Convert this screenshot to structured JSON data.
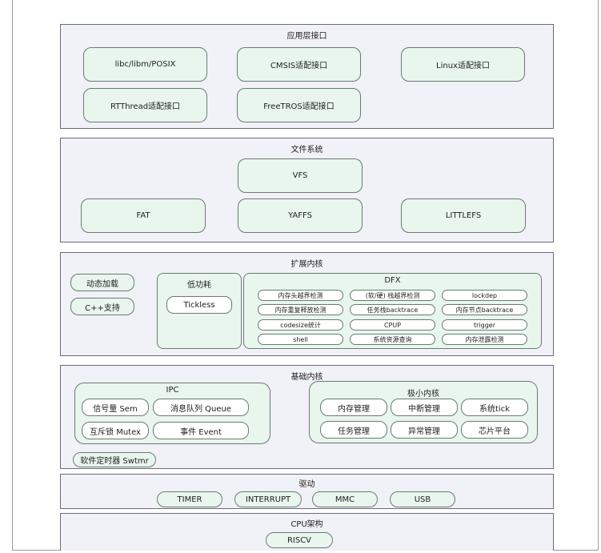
{
  "app": {
    "title": "应用层接口",
    "items": [
      "libc/libm/POSIX",
      "CMSIS适配接口",
      "Linux适配接口",
      "RTThread适配接口",
      "FreeTROS适配接口"
    ]
  },
  "fs": {
    "title": "文件系统",
    "vfs": "VFS",
    "items": [
      "FAT",
      "YAFFS",
      "LITTLEFS"
    ]
  },
  "ext": {
    "title": "扩展内核",
    "dyn_load": "动态加载",
    "cpp": "C++支持",
    "lowpower": {
      "title": "低功耗",
      "item": "Tickless"
    },
    "dfx": {
      "title": "DFX",
      "items": [
        "内存头越界检测",
        "(软/硬) 栈越界检测",
        "lockdep",
        "内存重复释放检测",
        "任务栈backtrace",
        "内存节点backtrace",
        "codesize统计",
        "CPUP",
        "trigger",
        "shell",
        "系统资源查询",
        "内存泄露检测"
      ]
    }
  },
  "kernel": {
    "title": "基础内核",
    "ipc": {
      "title": "IPC",
      "items": [
        "信号量 Sem",
        "消息队列 Queue",
        "互斥锁 Mutex",
        "事件 Event"
      ]
    },
    "swtmr": "软件定时器 Swtmr",
    "mini": {
      "title": "极小内核",
      "items": [
        "内存管理",
        "中断管理",
        "系统tick",
        "任务管理",
        "异常管理",
        "芯片平台"
      ]
    }
  },
  "driver": {
    "title": "驱动",
    "items": [
      "TIMER",
      "INTERRUPT",
      "MMC",
      "USB"
    ]
  },
  "cpu": {
    "title": "CPU架构",
    "items": [
      "RISCV"
    ]
  },
  "colors": {
    "section_bg": "#f1f1f8",
    "component_bg": "#e8f6ee",
    "border": "#6b7b72"
  }
}
